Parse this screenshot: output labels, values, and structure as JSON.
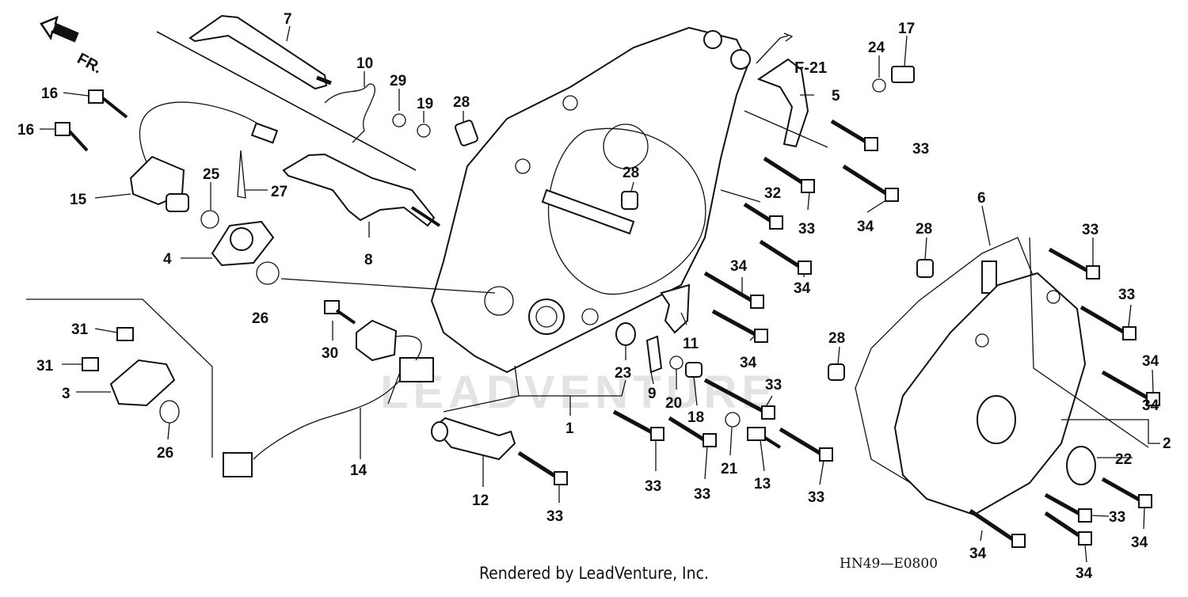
{
  "diagram": {
    "direction_label": "FR.",
    "section_ref": "F-21",
    "diagram_code": "HN49—E0800",
    "watermark": "LEADVENTURE",
    "footer": "Rendered by LeadVenture, Inc.",
    "callouts": [
      {
        "id": "c7",
        "text": "7"
      },
      {
        "id": "c10",
        "text": "10"
      },
      {
        "id": "c29",
        "text": "29"
      },
      {
        "id": "c19",
        "text": "19"
      },
      {
        "id": "c16a",
        "text": "16"
      },
      {
        "id": "c16b",
        "text": "16"
      },
      {
        "id": "c15",
        "text": "15"
      },
      {
        "id": "c25",
        "text": "25"
      },
      {
        "id": "c27",
        "text": "27"
      },
      {
        "id": "c4",
        "text": "4"
      },
      {
        "id": "c8",
        "text": "8"
      },
      {
        "id": "c26a",
        "text": "26"
      },
      {
        "id": "c28a",
        "text": "28"
      },
      {
        "id": "c28b",
        "text": "28"
      },
      {
        "id": "c24",
        "text": "24"
      },
      {
        "id": "c17",
        "text": "17"
      },
      {
        "id": "c5",
        "text": "5"
      },
      {
        "id": "c33a",
        "text": "33"
      },
      {
        "id": "c32",
        "text": "32"
      },
      {
        "id": "c33b",
        "text": "33"
      },
      {
        "id": "c34a",
        "text": "34"
      },
      {
        "id": "c6",
        "text": "6"
      },
      {
        "id": "c28c",
        "text": "28"
      },
      {
        "id": "c33c",
        "text": "33"
      },
      {
        "id": "c34b",
        "text": "34"
      },
      {
        "id": "c34c",
        "text": "34"
      },
      {
        "id": "c33d",
        "text": "33"
      },
      {
        "id": "c28d",
        "text": "28"
      },
      {
        "id": "c34d",
        "text": "34"
      },
      {
        "id": "c11",
        "text": "11"
      },
      {
        "id": "c34e",
        "text": "34"
      },
      {
        "id": "c34f",
        "text": "34"
      },
      {
        "id": "c31a",
        "text": "31"
      },
      {
        "id": "c31b",
        "text": "31"
      },
      {
        "id": "c3",
        "text": "3"
      },
      {
        "id": "c26b",
        "text": "26"
      },
      {
        "id": "c30",
        "text": "30"
      },
      {
        "id": "c23",
        "text": "23"
      },
      {
        "id": "c9",
        "text": "9"
      },
      {
        "id": "c20",
        "text": "20"
      },
      {
        "id": "c18",
        "text": "18"
      },
      {
        "id": "c33e",
        "text": "33"
      },
      {
        "id": "c1",
        "text": "1"
      },
      {
        "id": "c14",
        "text": "14"
      },
      {
        "id": "c12",
        "text": "12"
      },
      {
        "id": "c33f",
        "text": "33"
      },
      {
        "id": "c33g",
        "text": "33"
      },
      {
        "id": "c33h",
        "text": "33"
      },
      {
        "id": "c21",
        "text": "21"
      },
      {
        "id": "c13",
        "text": "13"
      },
      {
        "id": "c33i",
        "text": "33"
      },
      {
        "id": "c2",
        "text": "2"
      },
      {
        "id": "c22",
        "text": "22"
      },
      {
        "id": "c33j",
        "text": "33"
      },
      {
        "id": "c34g",
        "text": "34"
      },
      {
        "id": "c34h",
        "text": "34"
      },
      {
        "id": "c34i",
        "text": "34"
      }
    ]
  }
}
